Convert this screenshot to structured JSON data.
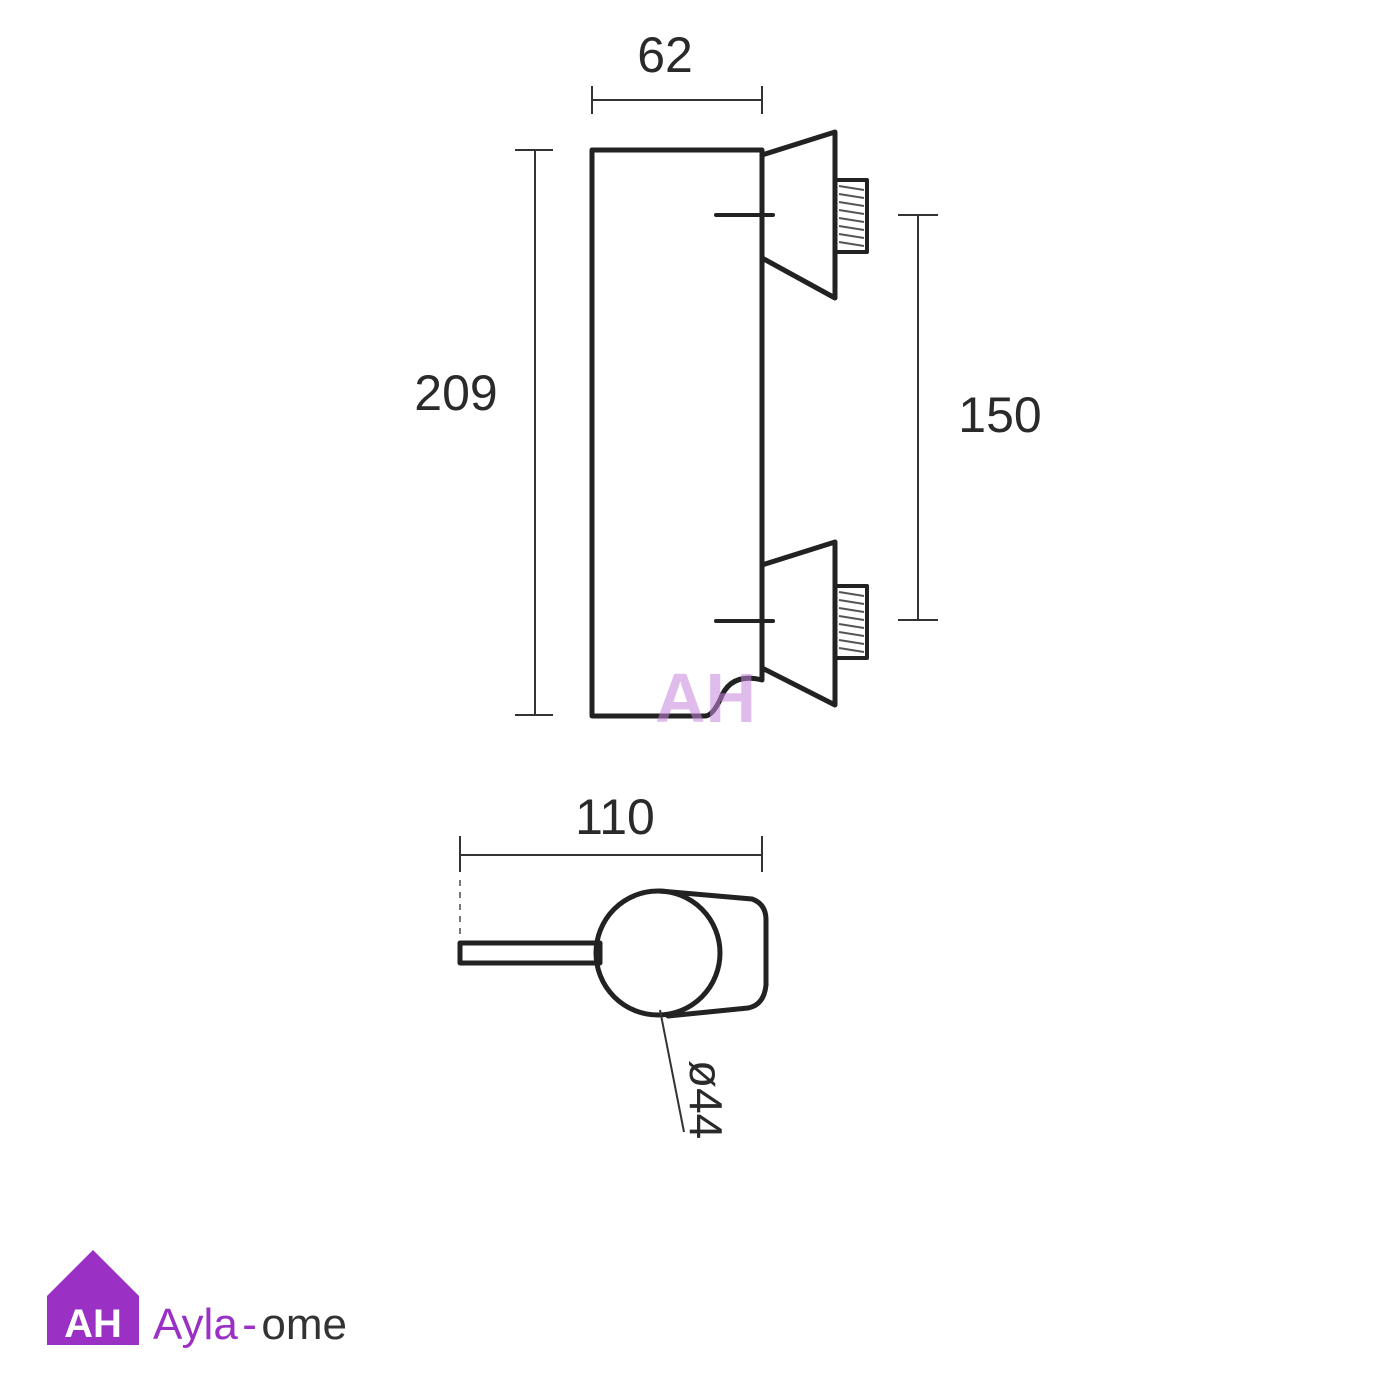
{
  "drawing": {
    "dimensions": {
      "top_width": "62",
      "total_height": "209",
      "inlet_spacing": "150",
      "depth": "110",
      "knob_diameter": "ø44"
    }
  },
  "brand": {
    "logo_letters": "AH",
    "name_prefix": "Ayla",
    "name_suffix": "ome",
    "accent_color": "#9b30c4",
    "text_color": "#333333"
  },
  "icons": {
    "logo": "house-logo-icon",
    "watermark": "watermark-logo-icon"
  }
}
